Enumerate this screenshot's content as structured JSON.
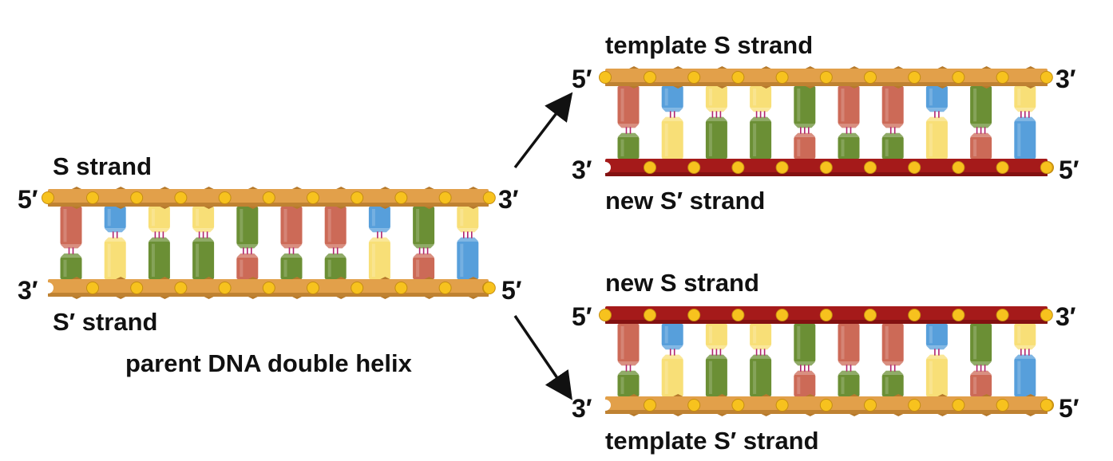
{
  "colors": {
    "old_strand": "#e2a04a",
    "old_strand_edge": "#b67a2c",
    "new_strand": "#a51a1a",
    "new_strand_edge": "#7a0f0f",
    "phosphate": "#f7c21e",
    "hbond": "#b0246e",
    "arrow": "#111111",
    "bases": {
      "A": "#cc6a57",
      "T": "#579fdb",
      "G": "#6b8f35",
      "C": "#f8df77"
    }
  },
  "parent": {
    "top_strand_label": "S strand",
    "bottom_strand_label": "S′ strand",
    "caption": "parent DNA double helix",
    "top_left_end": "5′",
    "top_right_end": "3′",
    "bottom_left_end": "3′",
    "bottom_right_end": "5′",
    "top_sequence": [
      "A",
      "T",
      "C",
      "C",
      "G",
      "A",
      "A",
      "T",
      "G",
      "C"
    ],
    "bottom_sequence": [
      "G",
      "C",
      "G",
      "G",
      "A",
      "G",
      "G",
      "C",
      "A",
      "T"
    ]
  },
  "daughter_top": {
    "top_strand_label": "template S strand",
    "bottom_strand_label": "new S′ strand",
    "top_left_end": "5′",
    "top_right_end": "3′",
    "bottom_left_end": "3′",
    "bottom_right_end": "5′",
    "top_strand_kind": "old",
    "bottom_strand_kind": "new"
  },
  "daughter_bottom": {
    "top_strand_label": "new S strand",
    "bottom_strand_label": "template S′ strand",
    "top_left_end": "5′",
    "top_right_end": "3′",
    "bottom_left_end": "3′",
    "bottom_right_end": "5′",
    "top_strand_kind": "new",
    "bottom_strand_kind": "old"
  },
  "arrows": [
    "arrow-to-upper-daughter",
    "arrow-to-lower-daughter"
  ]
}
